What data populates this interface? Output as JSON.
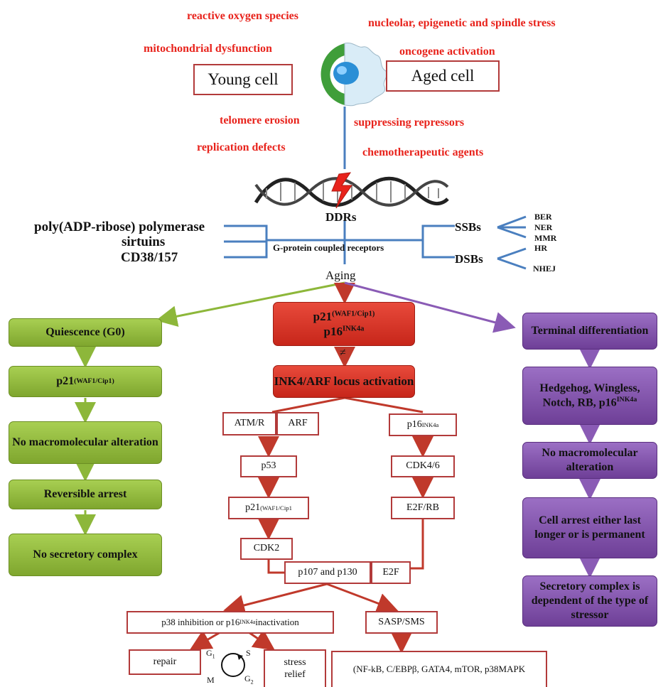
{
  "stressors": {
    "ros": "reactive oxygen species",
    "nucleolar": "nucleolar, epigenetic and spindle stress",
    "mito": "mitochondrial dysfunction",
    "oncogene": "oncogene activation",
    "telomere": "telomere erosion",
    "suppressing": "suppressing repressors",
    "replication": "replication defects",
    "chemo": "chemotherapeutic agents"
  },
  "top": {
    "young_cell": "Young cell",
    "aged_cell": "Aged cell"
  },
  "ddr": {
    "ddrs": "DDRs",
    "parp": "poly(ADP-ribose) polymerase",
    "sirtuins": "sirtuins",
    "cd38": "CD38/157",
    "gpcr": "G-protein coupled receptors",
    "ssbs": "SSBs",
    "dsbs": "DSBs",
    "ber": "BER",
    "ner": "NER",
    "mmr": "MMR",
    "hr": "HR",
    "nhej": "NHEJ",
    "aging": "Aging"
  },
  "green": {
    "quiescence": "Quiescence (G0)",
    "p21": "p21",
    "p21_sup": "(WAF1/Cip1)",
    "nomacro": "No macromolecular alteration",
    "reversible": "Reversible arrest",
    "nosecretory": "No secretory complex"
  },
  "center": {
    "p21": "p21",
    "p21_sup": "(WAF1/Cip1)",
    "p16": "p16",
    "p16_sup": "INK4a",
    "neq": "≠",
    "ink4": "INK4/ARF locus activation",
    "atmr": "ATM/R",
    "arf": "ARF",
    "p16b": "p16",
    "p16b_sup": "INK4a",
    "p53": "p53",
    "cdk46": "CDK4/6",
    "p21b": "p21",
    "p21b_sup": "(WAF1/Cip1",
    "e2frb": "E2F/RB",
    "cdk2": "CDK2",
    "p107": "p107 and p130",
    "e2f": "E2F",
    "p38_pre": "p38 inhibition or p16",
    "p38_sup": "INK4a",
    "p38_post": " inactivation",
    "sasp": "SASP/SMS",
    "repair": "repair",
    "stress": "stress relief",
    "nfkb": "(NF-kB, C/EBPβ, GATA4, mTOR, p38MAPK",
    "g1": "G",
    "g1_sub": "1",
    "s": "S",
    "m": "M",
    "g2": "G",
    "g2_sub": "2"
  },
  "purple": {
    "terminal": "Terminal differentiation",
    "hedgehog": "Hedgehog, Wingless, Notch, RB, p16",
    "hedgehog_sup": "INK4a",
    "nomacro": "No macromolecular alteration",
    "cellarrest": "Cell arrest either last longer or is permanent",
    "secretory": "Secretory complex is dependent of the type of stressor"
  },
  "colors": {
    "stressor_text": "#e8231c",
    "box_border": "#b23a3a",
    "ddr_line": "#4a7fbf",
    "green_arrow": "#8db73a",
    "purple_arrow": "#8a5bb5",
    "red_arrow": "#c0392b"
  }
}
